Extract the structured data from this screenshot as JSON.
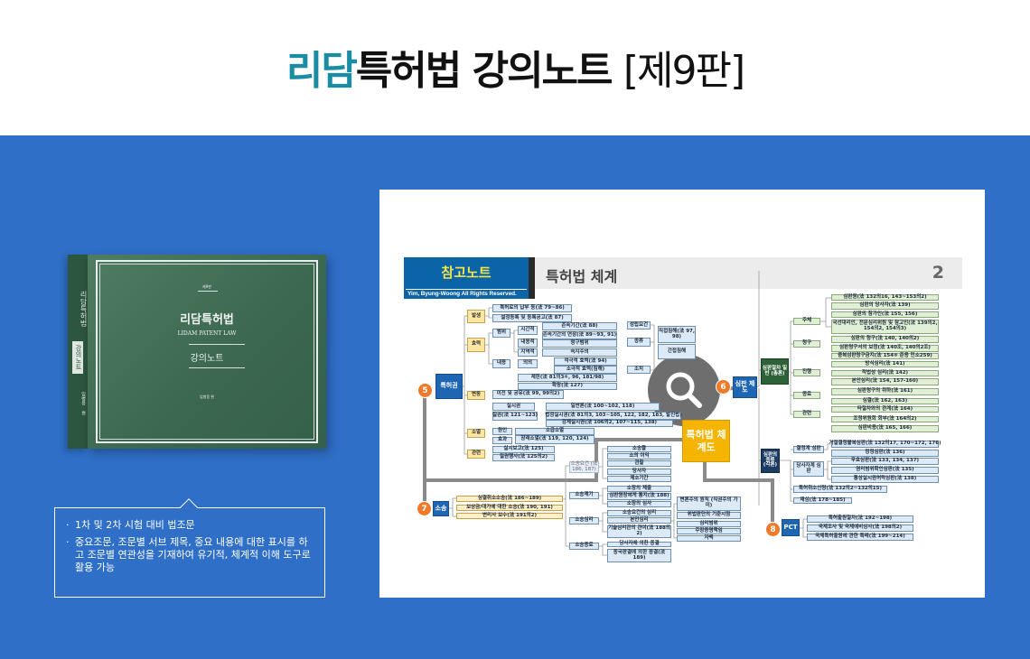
{
  "header": {
    "brand": "리담",
    "title": "특허법 강의노트",
    "edition": "[제9판]"
  },
  "book": {
    "edition_label": "제9판",
    "title": "리담특허법",
    "english_title": "LIDAM PATENT LAW",
    "subtitle": "강의노트",
    "author": "임병웅 편",
    "spine_title": "리담특허법",
    "spine_subtitle": "강의노트",
    "spine_author": "임병웅 편"
  },
  "info": {
    "bullets": [
      "1차 및 2차 시험 대비 법조문",
      "중요조문, 조문별 서브 제목, 중요 내용에 대한 표시를 하고 조문별 연관성을 기재하여 유기적, 체계적 이해 도구로 활용 가능"
    ]
  },
  "diagram": {
    "label": "참고노트",
    "copyright": "Yim, Byung-Woong All Rights Reserved.",
    "title": "특허법 체계",
    "page": "2",
    "overlay_label": "특허법 체계도",
    "circles": [
      "5",
      "6",
      "7",
      "8"
    ],
    "colors": {
      "section": "#1e66b4",
      "circle": "#f07a2a",
      "overlay": "#f5b400"
    },
    "nodes": [
      "특허권",
      "발생",
      "특허료의 납부 등(法 79~86)",
      "설정등록 및 등록공고(法 87)",
      "효력",
      "범위",
      "내용",
      "시간적",
      "내용적",
      "지역적",
      "존속기간(法 88)",
      "존속기간의 연장(法 89~93, 91)",
      "청구범위",
      "속지주의",
      "의의",
      "적극적 효력(法 94)",
      "소극적 효력(침해)",
      "제한(法 81의3④, 96, 181/98)",
      "확장(法 127)",
      "성립요건",
      "종류",
      "조치",
      "직접침해(法 97, 98)",
      "간접침해",
      "변동",
      "이전 및 공유(法 99, 99의2)",
      "실시권",
      "질권(法 121~123)",
      "일반론(法 100~102, 118)",
      "법정실시권(法 81의3, 103~105, 122, 182, 183, 발진법)",
      "강제실시권(法 106의2, 107~115, 138)",
      "소멸",
      "원인",
      "효과",
      "소급소멸",
      "장래소멸(法 119, 120, 124)",
      "관련",
      "실시보고(法 125)",
      "질권행사(法 125의2)",
      "심판 제도",
      "심판절차 일반 (총론)",
      "주체",
      "청구",
      "진행",
      "종료",
      "관련",
      "심판원(法 132의16, 143~153의2)",
      "심판의 당사자(法 139)",
      "심판의 참가인(法 155, 156)",
      "국선대리인, 전문심리위원 및 참고인(法 139의2, 154의2, 154의3)",
      "심판의 청구(法 140, 140의2)",
      "심판청구서의 보정(法 140조, 140의2조)",
      "중복심판청구금지(法 154⑧ 준용 민소259)",
      "방식심리(法 141)",
      "적법성 심리(法 142)",
      "본안심리(法 154, 157-160)",
      "심판청구의 취하(法 161)",
      "심결(法 162, 163)",
      "타절차와의 관계(法 164)",
      "조정위원회 회부(法 164의2)",
      "심판비용(法 165, 166)",
      "심판의 종류 (각론)",
      "결정계 심판",
      "당사자계 심판",
      "거절결정불복심판(法 132의17, 170~172, 176)",
      "정정심판(法 136)",
      "무효심판(法 133, 134, 137)",
      "권리범위확인심판(法 135)",
      "통상실시권허락심판(法 138)",
      "특허취소신청(法 132의2~132의15)",
      "재심(法 178~185)",
      "PCT",
      "특허출원절차(法 192~198)",
      "국제조사 및 국제예비심사(法 198의2)",
      "국제특허출원에 관한 특례(法 199~214)",
      "소송",
      "심결취소소송(法 186~189)",
      "보상금/대가에 대한 소송(法 190, 191)",
      "변리사 보수(法 191의2)",
      "소송요건 (法 186, 187)",
      "소송제기",
      "소송심리",
      "소송종료",
      "소송물",
      "소의 이익",
      "관할",
      "당사자",
      "제소기간",
      "소장의 제출",
      "심판원장에게 통지(法 188)",
      "소장의 심사",
      "소송요건의 심리",
      "본안심리",
      "기술심리관의 관여(法 188의2)",
      "당사자에 의한 종결",
      "종국판결에 의한 종결(法 189)",
      "변론주의 원칙 (직권주의 가미)",
      "위법판단의 기준시점",
      "심리범위",
      "주장증명책임",
      "자백"
    ]
  }
}
